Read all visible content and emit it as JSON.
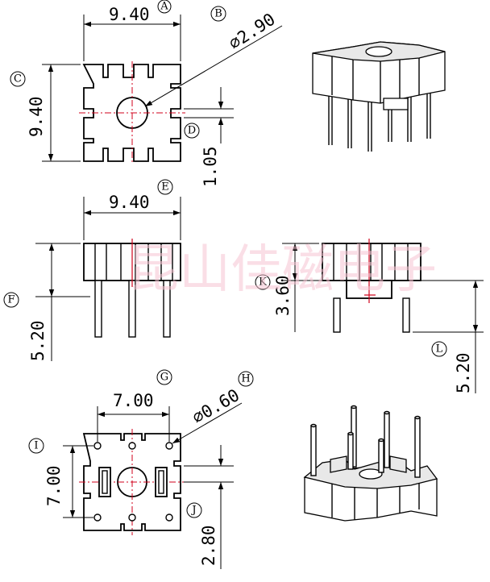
{
  "dimensions": {
    "top_width": "9.40",
    "hole_diameter": "⌀2.90",
    "top_height": "9.40",
    "slot_offset": "1.05",
    "side_width": "9.40",
    "side_pin_length": "5.20",
    "end_body_height": "3.60",
    "end_pin_length": "5.20",
    "pin_pitch_x": "7.00",
    "pin_diameter": "⌀0.60",
    "pin_pitch_y": "7.00",
    "bottom_offset": "2.80"
  },
  "labels": [
    "A",
    "B",
    "C",
    "D",
    "E",
    "F",
    "G",
    "H",
    "I",
    "J",
    "K",
    "L"
  ],
  "watermark": "昆山佳磁电子"
}
